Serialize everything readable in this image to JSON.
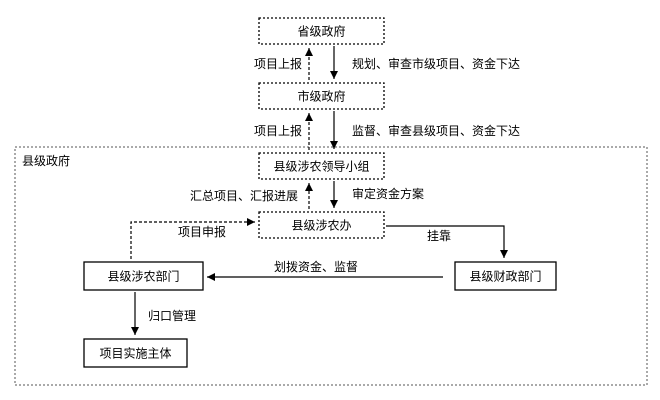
{
  "region": {
    "label": "县级政府"
  },
  "nodes": {
    "provincial": "省级政府",
    "municipal": "市级政府",
    "leading_group": "县级涉农领导小组",
    "agri_office": "县级涉农办",
    "agri_dept": "县级涉农部门",
    "finance_dept": "县级财政部门",
    "implementer": "项目实施主体"
  },
  "edges": {
    "prov_to_muni": "规划、审查市级项目、资金下达",
    "muni_to_prov": "项目上报",
    "muni_to_group": "监督、审查县级项目、资金下达",
    "group_to_muni": "项目上报",
    "group_to_office": "审定资金方案",
    "office_to_group": "汇总项目、汇报进展",
    "dept_to_office": "项目申报",
    "office_to_finance": "挂靠",
    "finance_to_dept": "划拨资金、监督",
    "dept_to_implementer": "归口管理"
  }
}
